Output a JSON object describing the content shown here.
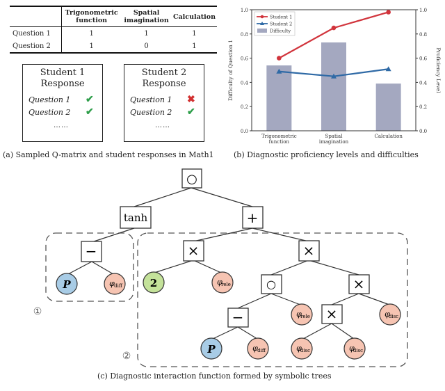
{
  "qmatrix": {
    "headers": [
      "",
      "Trigonometric function",
      "Spatial imagination",
      "Calculation"
    ],
    "rows": [
      {
        "label": "Question 1",
        "values": [
          "1",
          "1",
          "1"
        ]
      },
      {
        "label": "Question 2",
        "values": [
          "1",
          "0",
          "1"
        ]
      }
    ]
  },
  "responses": [
    {
      "title_line1": "Student 1",
      "title_line2": "Response",
      "items": [
        {
          "label": "Question 1",
          "mark": "✔",
          "correct": true
        },
        {
          "label": "Question 2",
          "mark": "✔",
          "correct": true
        }
      ],
      "more": "……"
    },
    {
      "title_line1": "Student 2",
      "title_line2": "Response",
      "items": [
        {
          "label": "Question 1",
          "mark": "✖",
          "correct": false
        },
        {
          "label": "Question 2",
          "mark": "✔",
          "correct": true
        }
      ],
      "more": "……"
    }
  ],
  "captions": {
    "a": "(a) Sampled Q-matrix and student responses in Math1",
    "b": "(b) Diagnostic proficiency levels and difficulties",
    "c": "(c) Diagnostic interaction function formed by symbolic trees"
  },
  "chart_data": {
    "type": "bar",
    "categories": [
      "Trigonometric function",
      "Spatial imagination",
      "Calculation"
    ],
    "categories_lines": [
      [
        "Trigonometric",
        "function"
      ],
      [
        "Spatial",
        "imagination"
      ],
      [
        "Calculation"
      ]
    ],
    "ylabel_left": "Difficulty of Question 1",
    "ylabel_right": "Proficiency Level",
    "ylim": [
      0,
      1.0
    ],
    "yticks": [
      "0.0",
      "0.2",
      "0.4",
      "0.6",
      "0.8",
      "1.0"
    ],
    "ytick_values": [
      0,
      0.2,
      0.4,
      0.6,
      0.8,
      1.0
    ],
    "legend_position": "top-left",
    "series": [
      {
        "name": "Student 1",
        "kind": "line",
        "color": "#d1343c",
        "marker": "circle",
        "values": [
          0.6,
          0.85,
          0.98
        ]
      },
      {
        "name": "Student 2",
        "kind": "line",
        "color": "#2f6aa6",
        "marker": "triangle",
        "values": [
          0.49,
          0.45,
          0.51
        ]
      },
      {
        "name": "Difficulty",
        "kind": "bar",
        "color": "#a4a8c0",
        "values": [
          0.54,
          0.73,
          0.39
        ]
      }
    ]
  },
  "tree": {
    "root": "○",
    "tanh": "tanh",
    "plus": "+",
    "minus": "−",
    "times": "×",
    "compose": "○",
    "P": "P",
    "two": "2",
    "phi": "φ",
    "sub_diff": "diff",
    "sub_rele": "rele",
    "sub_disc": "disc",
    "region1": "①",
    "region2": "②",
    "colors": {
      "P": "#a8cce6",
      "two": "#c4e29a",
      "phi": "#f6c4b2",
      "stroke": "#333333"
    }
  }
}
